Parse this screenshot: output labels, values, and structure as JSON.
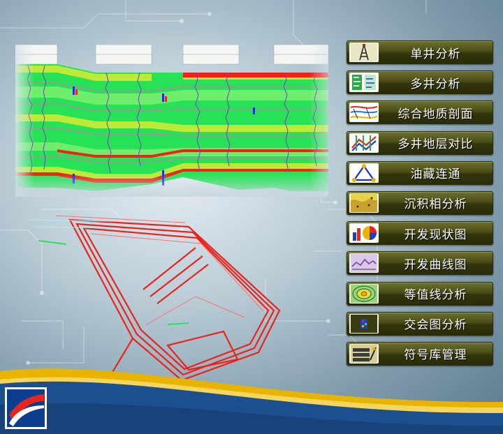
{
  "menu": {
    "items": [
      {
        "label": "单井分析",
        "icon": "well-derrick-icon"
      },
      {
        "label": "多井分析",
        "icon": "multi-well-log-icon"
      },
      {
        "label": "综合地质剖面",
        "icon": "geologic-section-icon"
      },
      {
        "label": "多井地层对比",
        "icon": "stratigraphic-correlation-icon"
      },
      {
        "label": "油藏连通",
        "icon": "reservoir-connectivity-icon"
      },
      {
        "label": "沉积相分析",
        "icon": "sedimentary-facies-map-icon"
      },
      {
        "label": "开发现状图",
        "icon": "pie-bar-chart-icon"
      },
      {
        "label": "开发曲线图",
        "icon": "production-curve-icon"
      },
      {
        "label": "等值线分析",
        "icon": "contour-map-icon"
      },
      {
        "label": "交会图分析",
        "icon": "crossplot-icon"
      },
      {
        "label": "符号库管理",
        "icon": "symbol-library-icon"
      }
    ]
  },
  "colors": {
    "button_top": "#6e7131",
    "button_bottom": "#2a2c08",
    "wave_blue": "#1c4f8f",
    "wave_gold": "#e8b400",
    "section_green": "#2ee05a",
    "fault_red": "#e8241c"
  }
}
